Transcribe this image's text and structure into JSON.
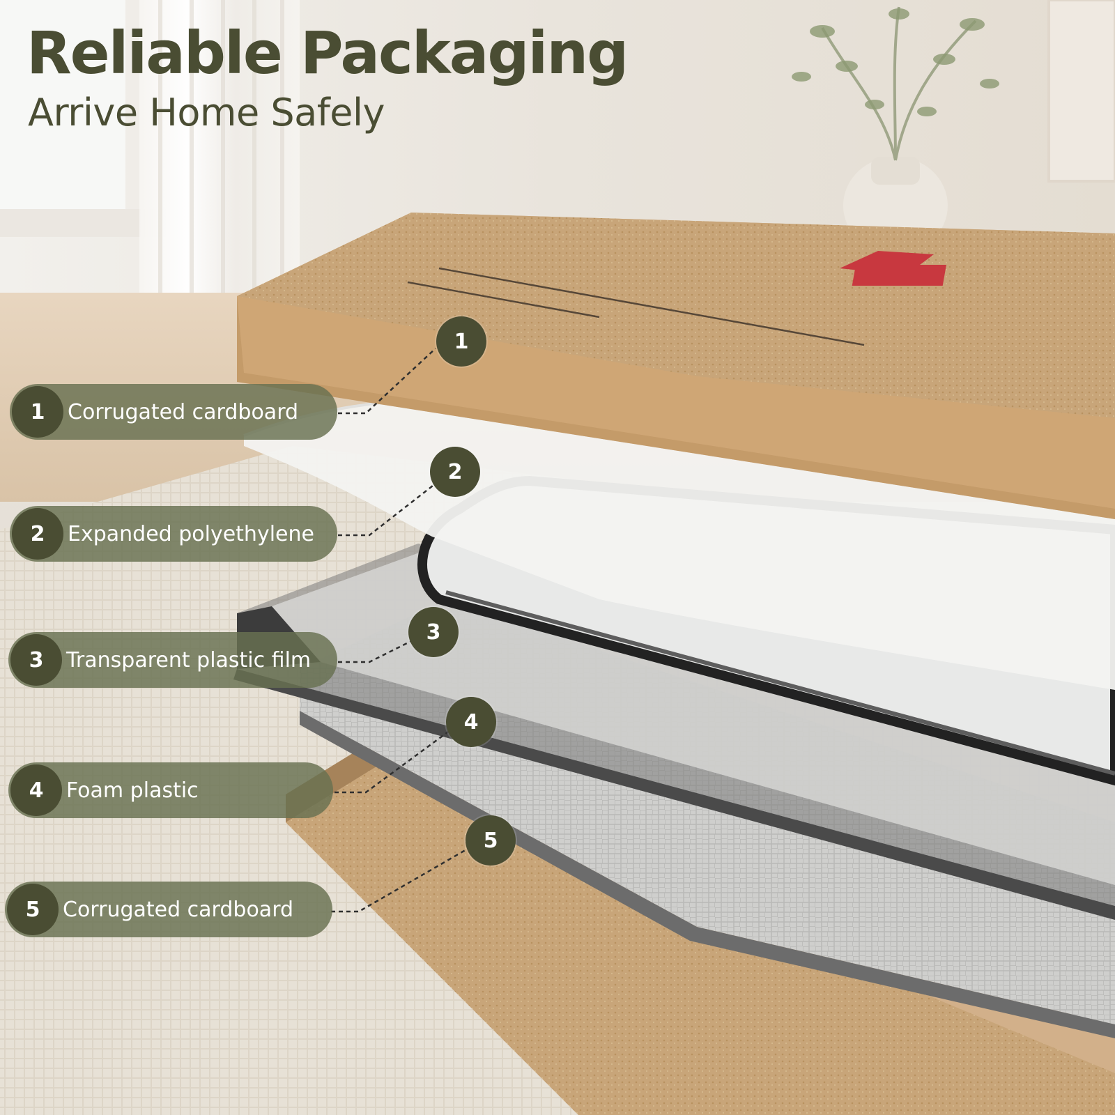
{
  "heading": {
    "title": "Reliable Packaging",
    "subtitle": "Arrive Home Safely"
  },
  "layers": [
    {
      "number": "1",
      "label": "Corrugated cardboard"
    },
    {
      "number": "2",
      "label": "Expanded polyethylene"
    },
    {
      "number": "3",
      "label": "Transparent plastic film"
    },
    {
      "number": "4",
      "label": "Foam plastic"
    },
    {
      "number": "5",
      "label": "Corrugated cardboard"
    }
  ],
  "colors": {
    "accent": "#4a4d33",
    "pill_background": "#687050",
    "cardboard": "#c9a77a",
    "foam": "#efefed",
    "frame": "#3a3a3a"
  }
}
